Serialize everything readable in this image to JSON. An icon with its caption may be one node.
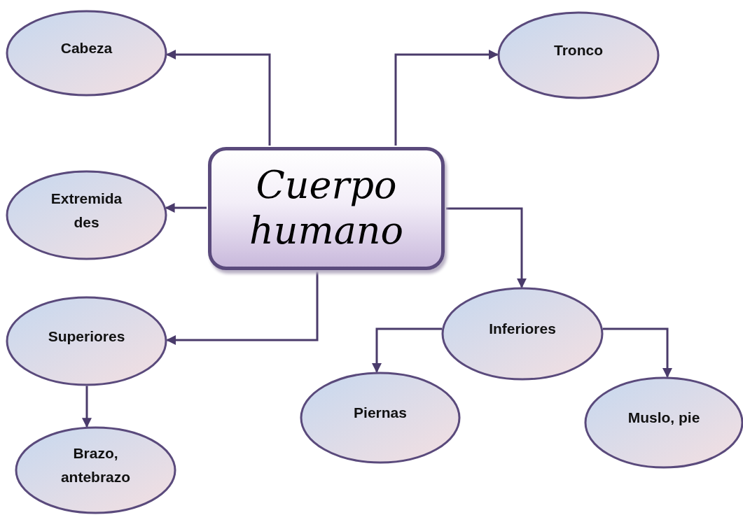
{
  "diagram": {
    "nodes": [
      {
        "text": [
          "Cuerpo humano"
        ]
      },
      {
        "text": [
          "Cabeza"
        ]
      },
      {
        "text": [
          "Tronco"
        ]
      },
      {
        "text": [
          "Extremida des"
        ]
      },
      {
        "text": [
          "Superiores"
        ]
      },
      {
        "text": [
          "Brazo, antebrazo"
        ]
      },
      {
        "text": [
          "Inferiores"
        ]
      },
      {
        "text": [
          "Piernas"
        ]
      },
      {
        "text": [
          "Muslo, pie"
        ]
      }
    ],
    "edges": [
      {
        "from": 0,
        "to": 1,
        "arrow": "to"
      },
      {
        "from": 0,
        "to": 2,
        "arrow": "to"
      },
      {
        "from": 0,
        "to": 3,
        "arrow": "to"
      },
      {
        "from": 0,
        "to": 4,
        "arrow": "to"
      },
      {
        "from": 0,
        "to": 6,
        "arrow": "to"
      },
      {
        "from": 4,
        "to": 5,
        "arrow": "to"
      },
      {
        "from": 6,
        "to": 7,
        "arrow": "to"
      },
      {
        "from": 6,
        "to": 8,
        "arrow": "to"
      }
    ]
  }
}
